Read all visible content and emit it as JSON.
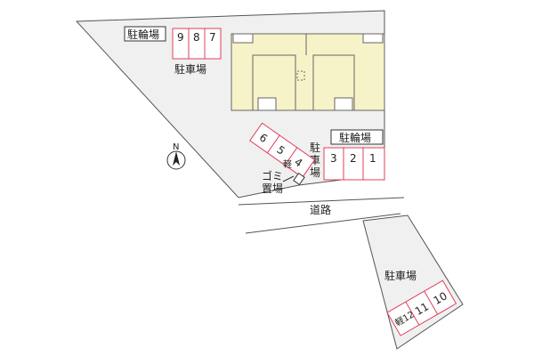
{
  "labels": {
    "bike_parking": "駐輪場",
    "car_parking": "駐車場",
    "garbage": "ゴミ置場",
    "road": "道路",
    "north": "N"
  },
  "spaces_top": [
    "9",
    "8",
    "7"
  ],
  "spaces_diag": [
    "6",
    "5",
    "4"
  ],
  "spaces_right": [
    "3",
    "2",
    "1"
  ],
  "spaces_bottom": [
    "軽12",
    "11",
    "10"
  ],
  "kei_label": "軽",
  "colors": {
    "parking_stroke": "#e0405a",
    "building_fill": "#f7f3c8",
    "lot_fill": "#f0f0f0",
    "line": "#555555"
  }
}
